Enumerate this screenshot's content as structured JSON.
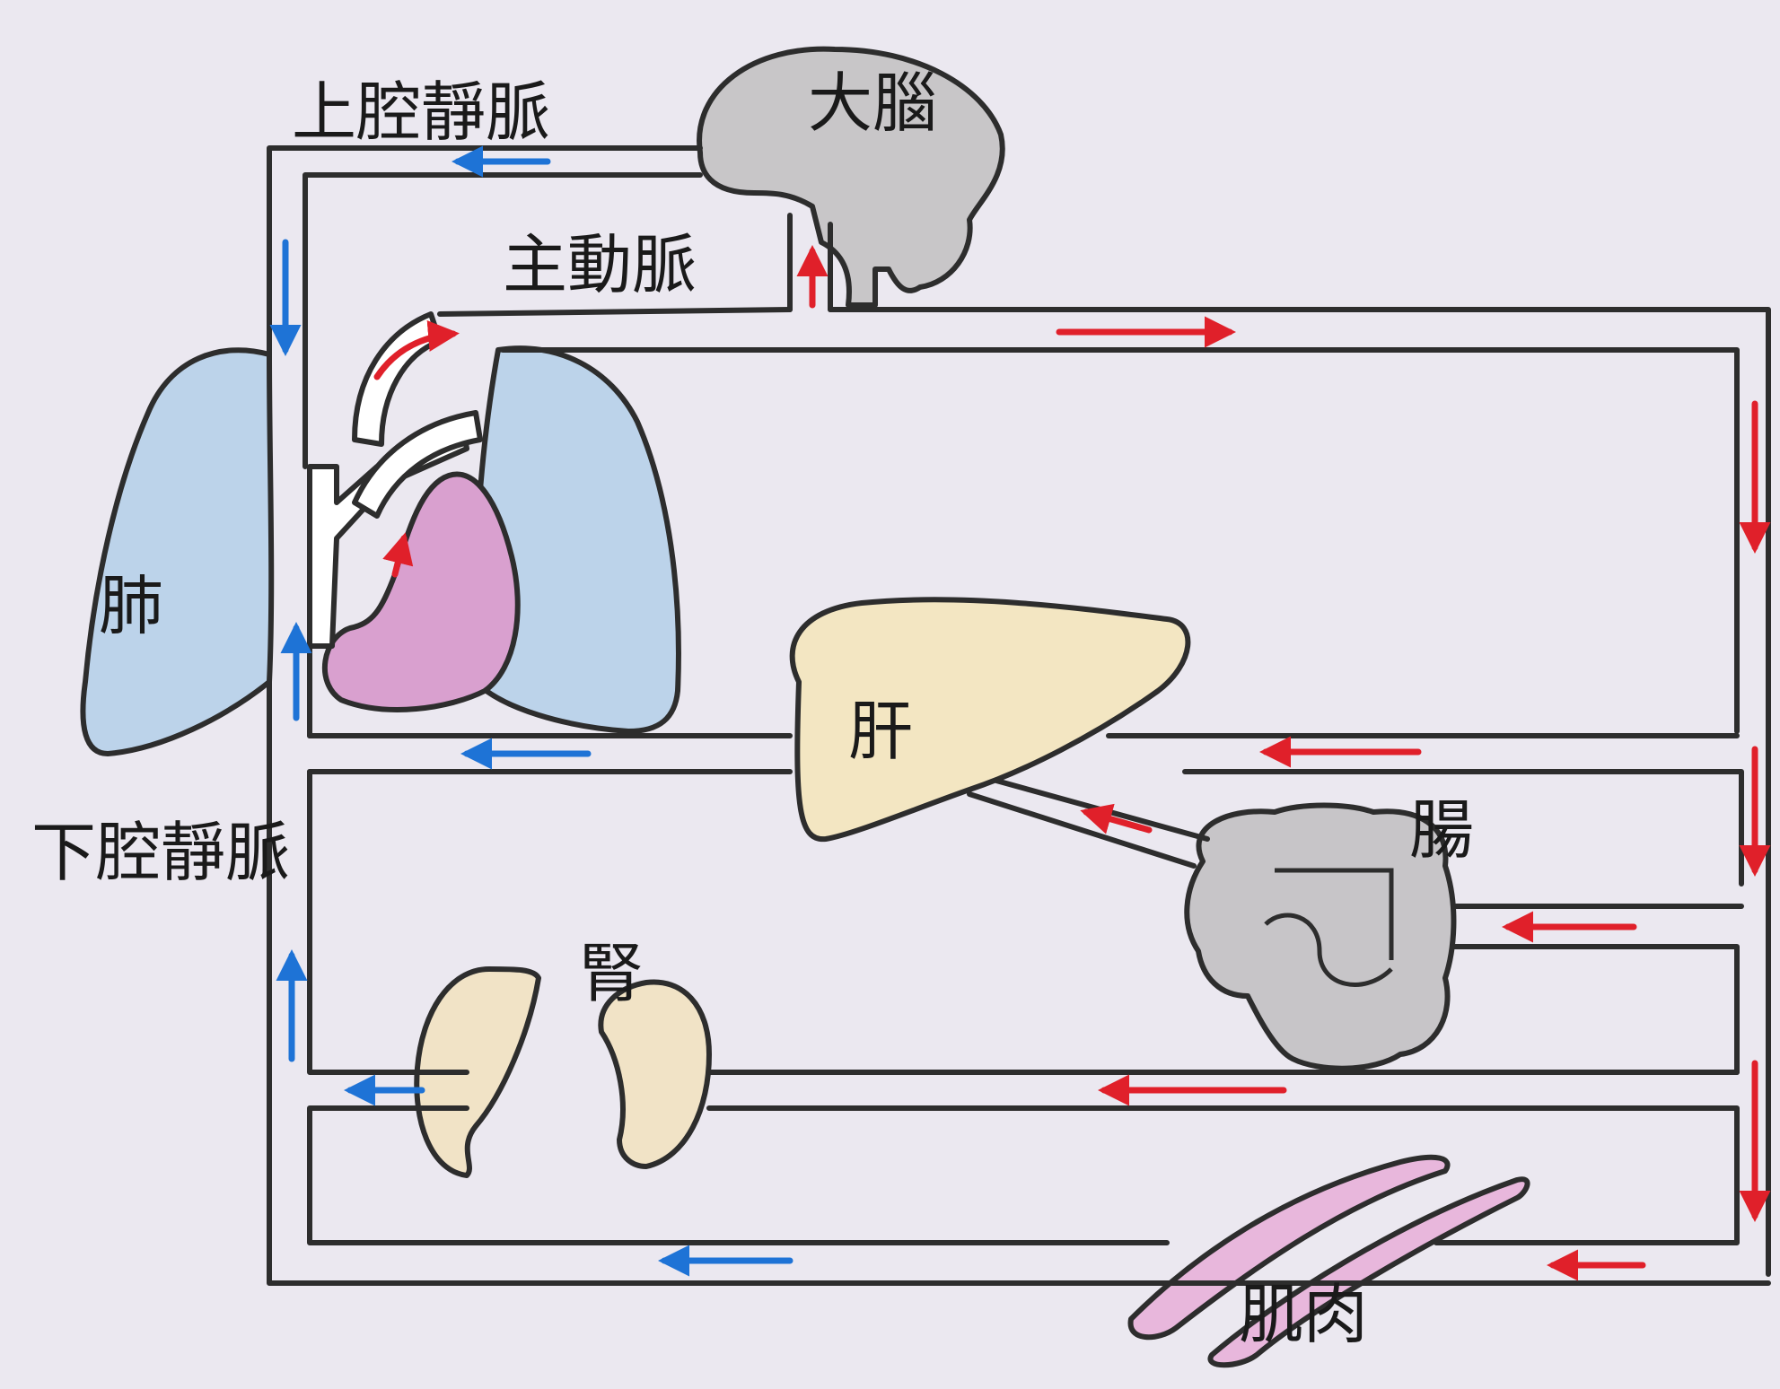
{
  "labels": {
    "svc": "上腔靜脈",
    "brain": "大腦",
    "aorta": "主動脈",
    "lung": "肺",
    "liver": "肝",
    "intestine": "腸",
    "ivc": "下腔靜脈",
    "kidney": "腎",
    "muscle": "肌肉"
  },
  "colors": {
    "background": "#ebe8f0",
    "outline": "#2d2d2d",
    "lung": "#bcd3ea",
    "heart": "#d9a0cf",
    "liver": "#f3e6c2",
    "kidney": "#f1e3c6",
    "intestine": "#c7c5c8",
    "brain": "#c8c6c8",
    "muscle": "#e8b7dc",
    "arterial_arrow": "#e0202a",
    "venous_arrow": "#1e73d6"
  },
  "arrow_legend": {
    "arterial": "red",
    "venous": "blue"
  }
}
